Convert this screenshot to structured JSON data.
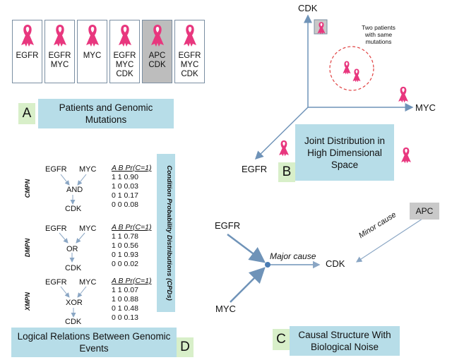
{
  "patients": [
    {
      "genes": [
        "EGFR"
      ],
      "highlight": false
    },
    {
      "genes": [
        "EGFR",
        "MYC"
      ],
      "highlight": false
    },
    {
      "genes": [
        "MYC"
      ],
      "highlight": false
    },
    {
      "genes": [
        "EGFR",
        "MYC",
        "CDK"
      ],
      "highlight": false
    },
    {
      "genes": [
        "APC",
        "CDK"
      ],
      "highlight": true
    },
    {
      "genes": [
        "EGFR",
        "MYC",
        "CDK"
      ],
      "highlight": false
    }
  ],
  "panel_a": {
    "letter": "A",
    "label": "Patients and Genomic Mutations"
  },
  "panel_b": {
    "letter": "B",
    "label": "Joint Distribution in High Dimensional Space",
    "axes": {
      "z": "CDK",
      "x": "MYC",
      "y": "EGFR"
    },
    "annotation": "Two patients with same mutations"
  },
  "panel_c": {
    "letter": "C",
    "label": "Causal Structure With Biological Noise",
    "nodes": {
      "egfr": "EGFR",
      "myc": "MYC",
      "cdk": "CDK",
      "apc": "APC"
    },
    "major_cause": "Major cause",
    "minor_cause": "Minor cause"
  },
  "panel_d": {
    "letter": "D",
    "label": "Logical Relations Between Genomic Events",
    "side_label": "Condition Probability Distributions (CPDs)",
    "header": {
      "a": "A",
      "b": "B",
      "p": "Pr(C=1)"
    },
    "models": [
      {
        "name": "CMPN",
        "op": "AND",
        "rows": [
          [
            "1 1",
            "0.90"
          ],
          [
            "1 0",
            "0.03"
          ],
          [
            "0 1",
            "0.17"
          ],
          [
            "0 0",
            "0.08"
          ]
        ]
      },
      {
        "name": "DMPN",
        "op": "OR",
        "rows": [
          [
            "1 1",
            "0.78"
          ],
          [
            "1 0",
            "0.56"
          ],
          [
            "0 1",
            "0.93"
          ],
          [
            "0 0",
            "0.02"
          ]
        ]
      },
      {
        "name": "XMPN",
        "op": "XOR",
        "rows": [
          [
            "1 1",
            "0.07"
          ],
          [
            "1 0",
            "0.88"
          ],
          [
            "0 1",
            "0.48"
          ],
          [
            "0 0",
            "0.13"
          ]
        ]
      }
    ],
    "inputs": {
      "a": "EGFR",
      "b": "MYC"
    },
    "output": "CDK"
  },
  "colors": {
    "ribbon": "#e8377e",
    "panel": "#b7dde8",
    "letter": "#d8efc9",
    "arrow": "#6f93b8",
    "dashed": "#e04040"
  }
}
